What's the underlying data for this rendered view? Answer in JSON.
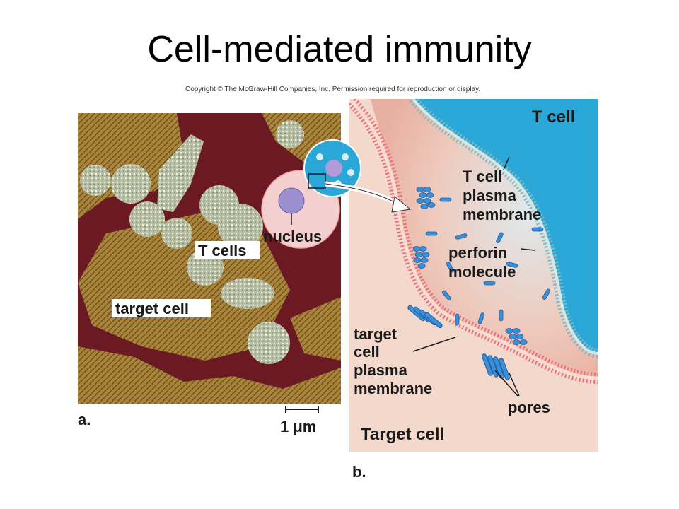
{
  "slide": {
    "title": "Cell-mediated immunity",
    "copyright": "Copyright © The McGraw-Hill Companies, Inc. Permission required for reproduction or display."
  },
  "panel_a": {
    "label_t_cells": "T cells",
    "label_target_cell": "target cell",
    "panel_letter": "a.",
    "scale_bar": "1 μm"
  },
  "inset": {
    "label_nucleus": "nucleus"
  },
  "panel_b": {
    "label_t_cell": "T cell",
    "label_t_cell_membrane": [
      "T cell",
      "plasma",
      "membrane"
    ],
    "label_perforin": [
      "perforin",
      "molecule"
    ],
    "label_target_membrane": [
      "target",
      "cell",
      "plasma",
      "membrane"
    ],
    "label_pores": "pores",
    "label_target_cell": "Target cell",
    "panel_letter": "b."
  },
  "colors": {
    "t_cell_blue": "#2aa7d6",
    "target_cytoplasm": "#f3d8cc",
    "membrane_pink": "#e8707a",
    "perforin_blue": "#3a8fd9",
    "micrograph_bg": "#6b1a24",
    "micrograph_cell": "#b08a3a"
  }
}
